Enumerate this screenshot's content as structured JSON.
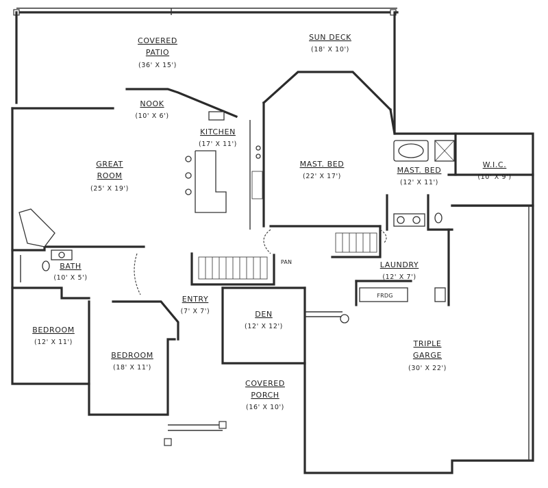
{
  "rooms": {
    "covered_patio": {
      "name_line1": "COVERED",
      "name_line2": "PATIO",
      "dims": "(36' X 15')"
    },
    "sun_deck": {
      "name": "SUN DECK",
      "dims": "(18' X 10')"
    },
    "nook": {
      "name": "NOOK",
      "dims": "(10' X 6')"
    },
    "kitchen": {
      "name": "KITCHEN",
      "dims": "(17' X 11')"
    },
    "great_room": {
      "name_line1": "GREAT",
      "name_line2": "ROOM",
      "dims": "(25' X 19')"
    },
    "master_bed": {
      "name": "MAST. BED",
      "dims": "(22' X 17')"
    },
    "master_bath": {
      "name": "MAST. BED",
      "dims": "(12' X 11')"
    },
    "wic": {
      "name": "W.I.C.",
      "dims": "(10' X 9')"
    },
    "bath": {
      "name": "BATH",
      "dims": "(10' X 5')"
    },
    "pantry": {
      "name": "PAN"
    },
    "laundry": {
      "name": "LAUNDRY",
      "dims": "(12' X 7')"
    },
    "entry": {
      "name": "ENTRY",
      "dims": "(7' X 7')"
    },
    "den": {
      "name": "DEN",
      "dims": "(12' X 12')"
    },
    "bedroom1": {
      "name": "BEDROOM",
      "dims": "(12' X 11')"
    },
    "bedroom2": {
      "name": "BEDROOM",
      "dims": "(18' X 11')"
    },
    "covered_porch": {
      "name_line1": "COVERED",
      "name_line2": "PORCH",
      "dims": "(16' X 10')"
    },
    "garage": {
      "name_line1": "TRIPLE",
      "name_line2": "GARGE",
      "dims": "(30' X 22')"
    }
  },
  "fixtures": {
    "fridge_label": "FRDG"
  }
}
